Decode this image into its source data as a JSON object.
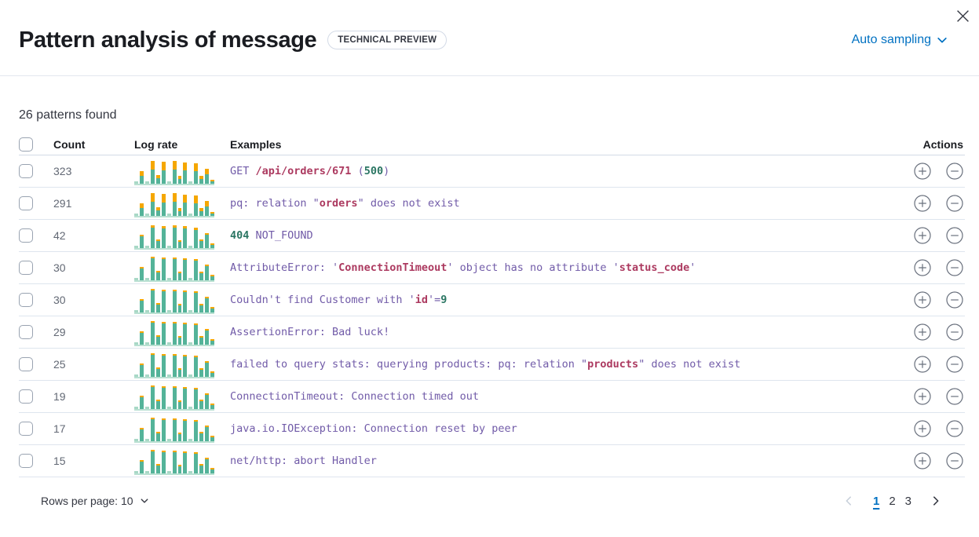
{
  "header": {
    "title": "Pattern analysis of message",
    "badge": "TECHNICAL PREVIEW",
    "sampling_label": "Auto sampling"
  },
  "summary": "26 patterns found",
  "colors": {
    "accent_blue": "#0071c2",
    "teal": "#54b399",
    "teal_light": "#a8d8c6",
    "orange": "#f5a700",
    "token_purple": "#715ba8",
    "token_red": "#ac3a60",
    "token_green": "#2b7663"
  },
  "table": {
    "columns": {
      "count": "Count",
      "log_rate": "Log rate",
      "examples": "Examples",
      "actions": "Actions"
    },
    "sparkline_bars": [
      5,
      52,
      6,
      94,
      34,
      90,
      7,
      92,
      30,
      88,
      5,
      84,
      32,
      62,
      16
    ],
    "rows": [
      {
        "count": "323",
        "orange_frac": 0.38,
        "example": [
          [
            "p",
            "GET "
          ],
          [
            "r",
            "/api/orders/671"
          ],
          [
            "p",
            " ("
          ],
          [
            "g",
            "500"
          ],
          [
            "p",
            ")"
          ]
        ]
      },
      {
        "count": "291",
        "orange_frac": 0.38,
        "example": [
          [
            "p",
            "pq: relation \""
          ],
          [
            "r",
            "orders"
          ],
          [
            "p",
            "\" does not exist"
          ]
        ]
      },
      {
        "count": "42",
        "orange_frac": 0.1,
        "example": [
          [
            "g",
            "404"
          ],
          [
            "p",
            " NOT_FOUND"
          ]
        ]
      },
      {
        "count": "30",
        "orange_frac": 0.05,
        "example": [
          [
            "p",
            "AttributeError: '"
          ],
          [
            "r",
            "ConnectionTimeout"
          ],
          [
            "p",
            "' object has no attribute '"
          ],
          [
            "r",
            "status_code"
          ],
          [
            "p",
            "'"
          ]
        ]
      },
      {
        "count": "30",
        "orange_frac": 0.05,
        "example": [
          [
            "p",
            "Couldn't find Customer with '"
          ],
          [
            "r",
            "id"
          ],
          [
            "p",
            "'="
          ],
          [
            "g",
            "9"
          ]
        ]
      },
      {
        "count": "29",
        "orange_frac": 0.05,
        "example": [
          [
            "p",
            "AssertionError: Bad luck!"
          ]
        ]
      },
      {
        "count": "25",
        "orange_frac": 0.05,
        "example": [
          [
            "p",
            "failed to query stats: querying products: pq: relation \""
          ],
          [
            "r",
            "products"
          ],
          [
            "p",
            "\" does not exist"
          ]
        ]
      },
      {
        "count": "19",
        "orange_frac": 0.04,
        "example": [
          [
            "p",
            "ConnectionTimeout: Connection timed out"
          ]
        ]
      },
      {
        "count": "17",
        "orange_frac": 0.04,
        "example": [
          [
            "p",
            "java.io.IOException: Connection reset by peer"
          ]
        ]
      },
      {
        "count": "15",
        "orange_frac": 0.04,
        "example": [
          [
            "p",
            "net/http: abort Handler"
          ]
        ]
      }
    ]
  },
  "footer": {
    "rows_per_page_label": "Rows per page: 10",
    "pages": [
      "1",
      "2",
      "3"
    ],
    "active_page": "1"
  }
}
